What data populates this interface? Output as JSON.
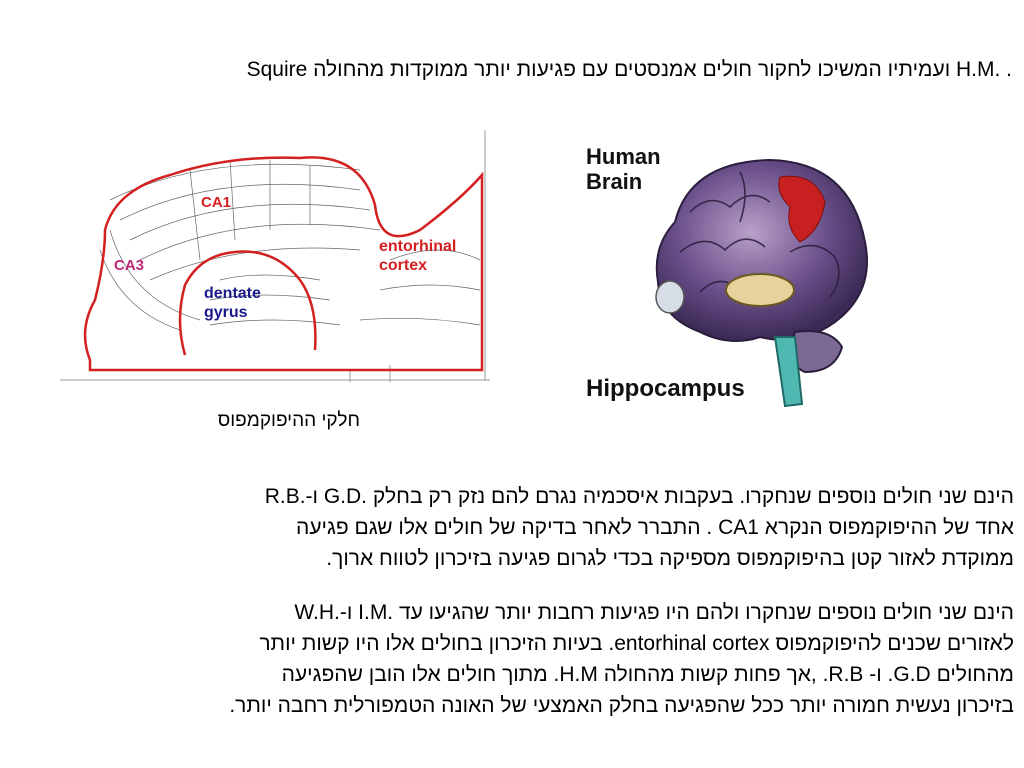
{
  "heading": "Squire ועמיתיו המשיכו לחקור חולים אמנסטים עם פגיעות יותר ממוקדות מהחולה H.M. .",
  "hippocampus_figure": {
    "labels": {
      "ca1": "CA1",
      "ca3": "CA3",
      "entorhinal": [
        "entorhinal",
        "cortex"
      ],
      "dentate": [
        "dentate",
        "gyrus"
      ]
    },
    "caption": "חלקי ההיפוקמפוס"
  },
  "brain_figure": {
    "title": [
      "Human",
      "Brain"
    ],
    "label": "Hippocampus"
  },
  "paragraph1": [
    "R.B.-ו G.D. הינם שני חולים נוספים שנחקרו. בעקבות איסכמיה נגרם להם נזק רק בחלק",
    "אחד של ההיפוקמפוס הנקרא CA1 . התברר לאחר בדיקה של חולים אלו שגם פגיעה",
    "ממוקדת לאזור קטן בהיפוקמפוס  מספיקה בכדי לגרום פגיעה בזיכרון לטווח ארוך."
  ],
  "paragraph2": [
    "W.H.-ו I.M. הינם שני חולים נוספים  שנחקרו ולהם היו פגיעות רחבות יותר שהגיעו עד",
    "לאזורים שכנים להיפוקמפוס entorhinal cortex. בעיות הזיכרון בחולים אלו היו קשות יותר",
    "מהחולים G.D. ו- R.B. ,אך פחות קשות מהחולה H.M. מתוך חולים אלו הובן שהפגיעה",
    "בזיכרון נעשית חמורה יותר ככל שהפגיעה בחלק האמצעי של האונה הטמפורלית רחבה יותר."
  ],
  "colors": {
    "region_outline": "#d42020",
    "region_label": "#d42020",
    "ca3_label": "#c0287a",
    "dentate_label": "#1a1a8c",
    "brain_text": "#111111"
  }
}
